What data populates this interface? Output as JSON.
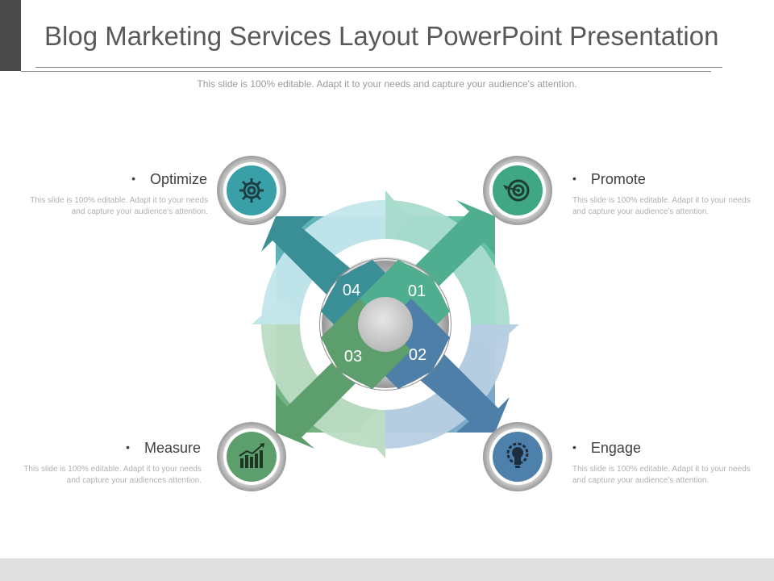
{
  "header": {
    "title": "Blog Marketing Services Layout PowerPoint Presentation",
    "subtitle": "This slide is 100% editable. Adapt it to your needs and capture your audience's attention."
  },
  "colors": {
    "teal": "#3aa0a8",
    "mint": "#5dbf9f",
    "blue": "#5b8fb9",
    "green": "#6aaa78"
  },
  "steps": [
    {
      "number": "01",
      "label": "Promote",
      "icon": "target-icon",
      "description": "This slide is 100% editable. Adapt it to your needs and capture your audience's attention."
    },
    {
      "number": "02",
      "label": "Engage",
      "icon": "lightbulb-icon",
      "description": "This slide is 100% editable. Adapt it to your needs and capture your audience's attention."
    },
    {
      "number": "03",
      "label": "Measure",
      "icon": "bar-chart-icon",
      "description": "This slide is 100% editable. Adapt it to your needs and capture your audiences attention."
    },
    {
      "number": "04",
      "label": "Optimize",
      "icon": "gear-icon",
      "description": "This slide is 100% editable. Adapt it to your needs and capture your audience's attention."
    }
  ]
}
